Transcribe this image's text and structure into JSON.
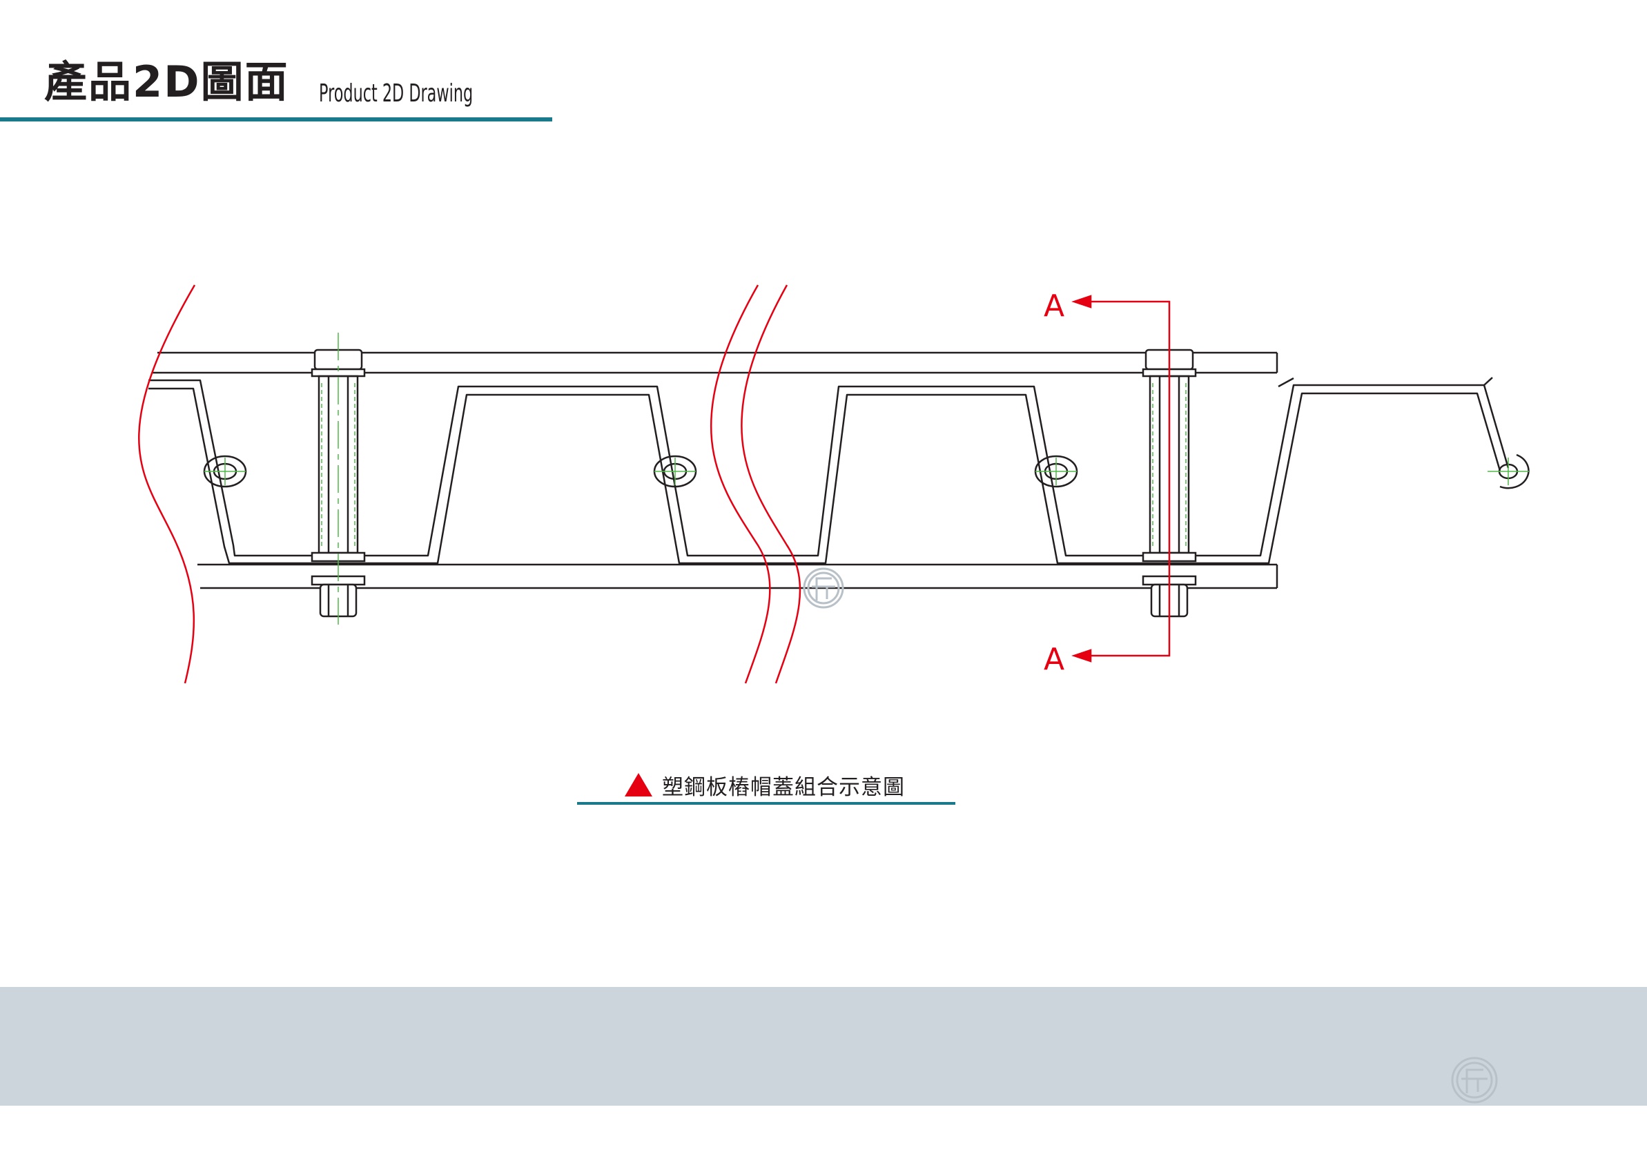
{
  "header": {
    "title_cn": "產品2D圖面",
    "title_en": "Product 2D Drawing"
  },
  "drawing": {
    "section_label_top": "A",
    "section_label_bottom": "A"
  },
  "caption": {
    "text": "塑鋼板樁帽蓋組合示意圖"
  },
  "colors": {
    "accent_rule": "#1a7a8c",
    "break_line": "#e50012",
    "section_line": "#e50012",
    "center_line": "#4fb848",
    "drawing_line": "#231f20",
    "footer_band": "#cdd5dc",
    "watermark": "#b9c1c8"
  },
  "icons": {
    "caption_marker": "triangle-icon",
    "watermark": "company-logo-icon"
  }
}
